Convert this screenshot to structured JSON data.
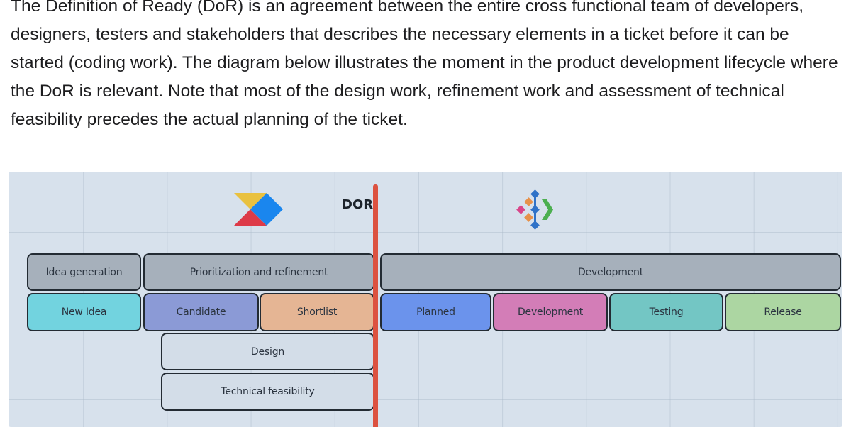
{
  "intro_paragraph": "The Definition of Ready (DoR) is an agreement between the entire cross functional team of developers, designers, testers and stakeholders that describes the necessary elements in a ticket before it can be started (coding work). The diagram below illustrates the moment in the product development lifecycle where the DoR is relevant. Note that most of the design work, refinement work and assessment of technical feasibility precedes the actual planning of the ticket.",
  "diagram": {
    "dor_label": "DOR",
    "left_logo_icon": "tangram-chevron-logo",
    "right_logo_icon": "diamond-flow-logo",
    "phases": {
      "idea_generation": "Idea generation",
      "prioritization": "Prioritization and refinement",
      "development": "Development"
    },
    "stages": {
      "new_idea": {
        "label": "New Idea",
        "color": "#72d3df"
      },
      "candidate": {
        "label": "Candidate",
        "color": "#8b9ad6"
      },
      "shortlist": {
        "label": "Shortlist",
        "color": "#e5b594"
      },
      "planned": {
        "label": "Planned",
        "color": "#6b93ec"
      },
      "development": {
        "label": "Development",
        "color": "#d37db7"
      },
      "testing": {
        "label": "Testing",
        "color": "#73c6c4"
      },
      "release": {
        "label": "Release",
        "color": "#acd6a2"
      }
    },
    "tracks": {
      "design": "Design",
      "technical_feasibility": "Technical feasibility"
    },
    "dor_line_color": "#dc5240"
  }
}
